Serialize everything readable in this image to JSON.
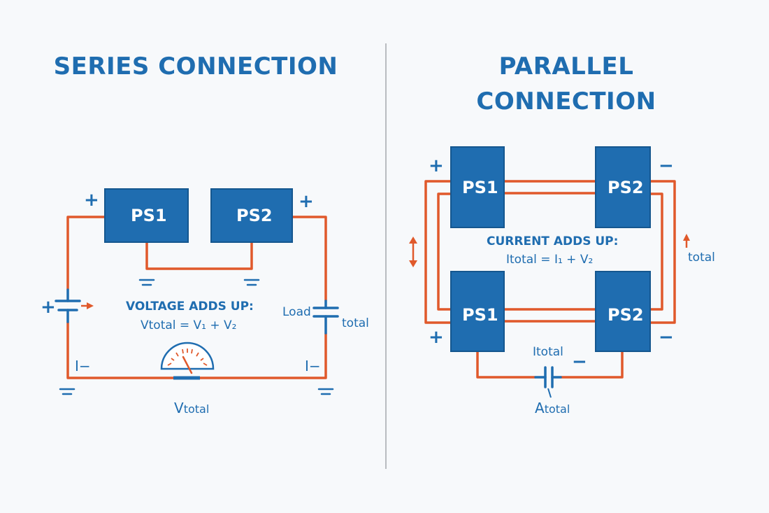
{
  "colors": {
    "title": "#1f6db0",
    "box_fill": "#1f6db0",
    "box_stroke": "#15578f",
    "wire": "#e0592b",
    "symbol": "#1f6db0",
    "divider": "#b9bcc0",
    "background": "#f7f9fb"
  },
  "series": {
    "title": "SERIES CONNECTION",
    "ps1_label": "PS1",
    "ps2_label": "PS2",
    "plus_left": "+",
    "plus_right": "+",
    "plus_source": "+",
    "minus_left": "I−",
    "minus_right": "I−",
    "equation_heading": "VOLTAGE ADDS UP:",
    "equation": "Vtotal = V₁ + V₂",
    "load_label": "Load",
    "load_total": "total",
    "meter_label_main": "V",
    "meter_label_sub": "total"
  },
  "parallel": {
    "title": "PARALLEL CONNECTION",
    "ps1_top_label": "PS1",
    "ps2_top_label": "PS2",
    "ps1_bottom_label": "PS1",
    "ps2_bottom_label": "PS2",
    "plus_top": "+",
    "minus_top": "−",
    "plus_bottom": "+",
    "minus_bottom": "−",
    "equation_heading": "CURRENT ADDS UP:",
    "equation": "Itotal = I₁ + V₂",
    "current_total": "total",
    "cap_label": "Itotal",
    "cap_minus": "−",
    "meter_label_main": "A",
    "meter_label_sub": "total"
  }
}
